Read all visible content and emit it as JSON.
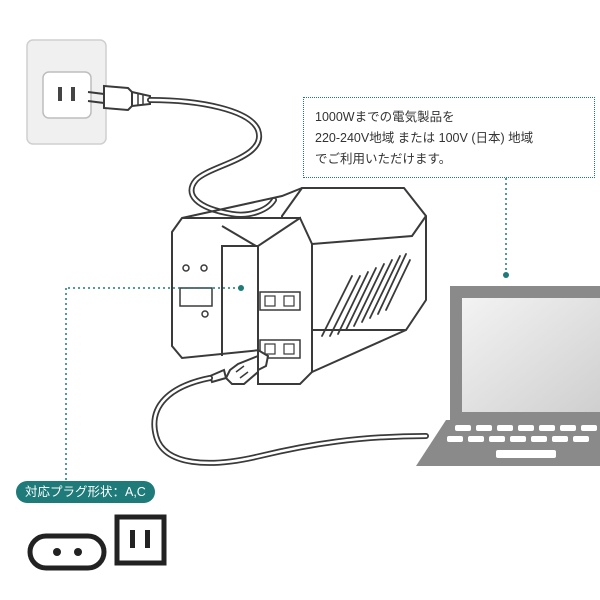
{
  "callout": {
    "lines": [
      "1000Wまでの電気製品を",
      "220-240V地域 または 100V (日本) 地域",
      "でご利用いただけます。"
    ]
  },
  "plug_badge": {
    "label": "対応プラグ形状：A,C"
  },
  "colors": {
    "accent": "#1f7a7a",
    "outline": "#3a3a3a",
    "fill_light": "#f2f2f2"
  },
  "icons": [
    "wall-outlet-icon",
    "type-a-plug-icon",
    "transformer-icon",
    "laptop-icon",
    "type-c-outlet-icon",
    "type-a-outlet-icon"
  ]
}
